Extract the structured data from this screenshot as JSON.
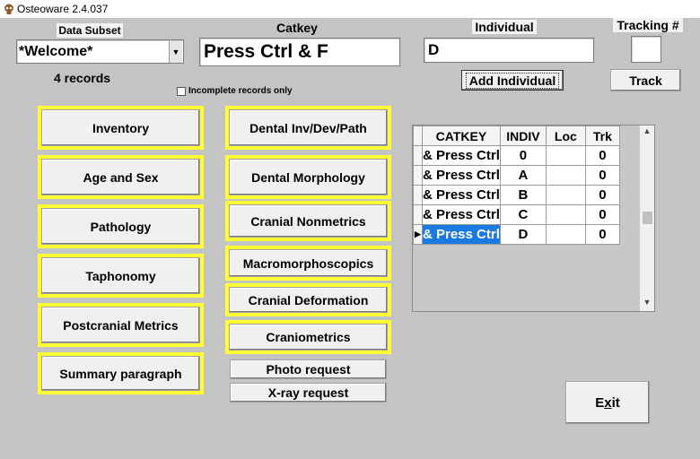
{
  "window": {
    "title": "Osteoware 2.4.037"
  },
  "data_subset": {
    "label": "Data Subset",
    "value": "*Welcome*",
    "records": "4 records",
    "incomplete_label": "Incomplete records only"
  },
  "catkey": {
    "label": "Catkey",
    "value": "Press Ctrl & F"
  },
  "individual": {
    "label": "Individual",
    "value": "D",
    "add_button": "Add Individual"
  },
  "tracking": {
    "label": "Tracking #",
    "value": "",
    "track_button": "Track"
  },
  "modules_left": [
    "Inventory",
    "Age and Sex",
    "Pathology",
    "Taphonomy",
    "Postcranial Metrics",
    "Summary paragraph"
  ],
  "modules_mid": [
    "Dental Inv/Dev/Path",
    "Dental Morphology",
    "Cranial Nonmetrics",
    "Macromorphoscopics",
    "Cranial Deformation",
    "Craniometrics"
  ],
  "requests": {
    "photo": "Photo request",
    "xray": "X-ray request"
  },
  "grid": {
    "headers": [
      "CATKEY",
      "INDIV",
      "Loc",
      "Trk"
    ],
    "rows": [
      {
        "catkey": "Press Ctrl &",
        "indiv": "0",
        "loc": "",
        "trk": "0"
      },
      {
        "catkey": "Press Ctrl &",
        "indiv": "A",
        "loc": "",
        "trk": "0"
      },
      {
        "catkey": "Press Ctrl &",
        "indiv": "B",
        "loc": "",
        "trk": "0"
      },
      {
        "catkey": "Press Ctrl &",
        "indiv": "C",
        "loc": "",
        "trk": "0"
      },
      {
        "catkey": "Press Ctrl &",
        "indiv": "D",
        "loc": "",
        "trk": "0"
      }
    ],
    "selected_row": 4
  },
  "exit": {
    "prefix": "E",
    "underlined": "x",
    "suffix": "it"
  },
  "colors": {
    "background": "#c4c4c4",
    "highlight_frame": "#ffff33",
    "selection": "#1a7ae0"
  }
}
